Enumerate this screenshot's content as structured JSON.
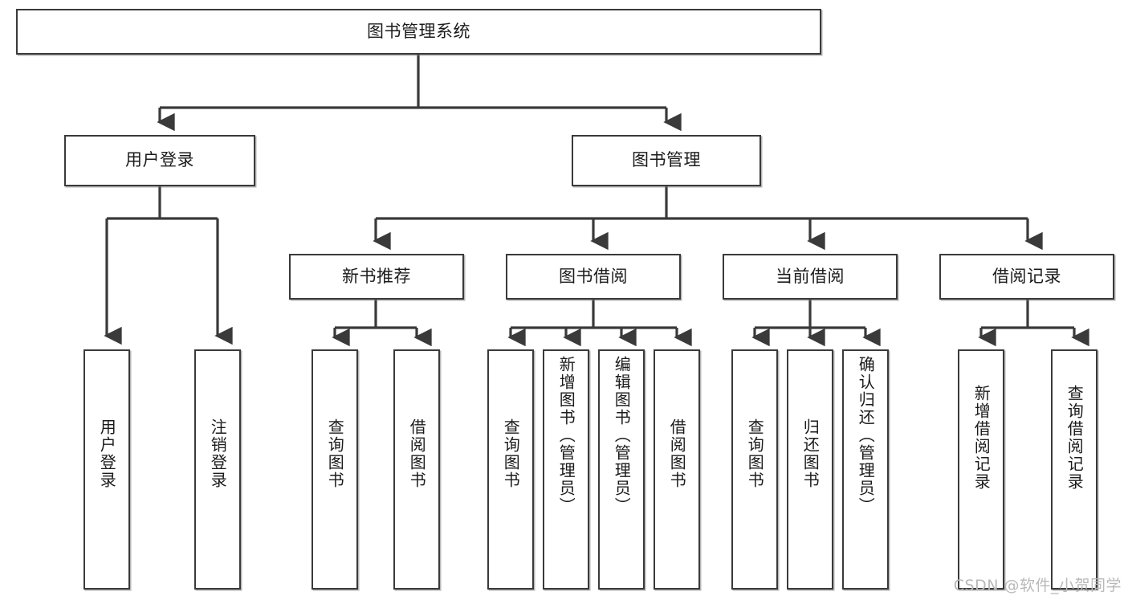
{
  "diagram": {
    "title": "图书管理系统",
    "type": "hierarchy-tree",
    "watermark": "CSDN @软件_小贺同学",
    "colors": {
      "box_border": "#3a3a3a",
      "box_fill": "#ffffff",
      "connector": "#3a3a3a",
      "text": "#1b1b1b",
      "watermark": "#b9b9b9"
    },
    "nodes": {
      "root": {
        "label": "图书管理系统"
      },
      "level2": [
        {
          "id": "user-login",
          "label": "用户登录"
        },
        {
          "id": "book-manage",
          "label": "图书管理"
        }
      ],
      "level3": [
        {
          "id": "new-book-recommend",
          "label": "新书推荐"
        },
        {
          "id": "book-borrow",
          "label": "图书借阅"
        },
        {
          "id": "current-borrow",
          "label": "当前借阅"
        },
        {
          "id": "borrow-record",
          "label": "借阅记录"
        }
      ],
      "leaves": {
        "user-login": [
          {
            "id": "leaf-user-login",
            "label": "用户登录"
          },
          {
            "id": "leaf-logout",
            "label": "注销登录"
          }
        ],
        "new-book-recommend": [
          {
            "id": "leaf-query-book-1",
            "label": "查询图书"
          },
          {
            "id": "leaf-borrow-book-1",
            "label": "借阅图书"
          }
        ],
        "book-borrow": [
          {
            "id": "leaf-query-book-2",
            "label": "查询图书"
          },
          {
            "id": "leaf-add-book",
            "label": "新增图书（管理员）"
          },
          {
            "id": "leaf-edit-book",
            "label": "编辑图书（管理员）"
          },
          {
            "id": "leaf-borrow-book-2",
            "label": "借阅图书"
          }
        ],
        "current-borrow": [
          {
            "id": "leaf-query-book-3",
            "label": "查询图书"
          },
          {
            "id": "leaf-return-book",
            "label": "归还图书"
          },
          {
            "id": "leaf-confirm-return",
            "label": "确认归还（管理员）"
          }
        ],
        "borrow-record": [
          {
            "id": "leaf-add-record",
            "label": "新增借阅记录"
          },
          {
            "id": "leaf-query-record",
            "label": "查询借阅记录"
          }
        ]
      }
    }
  }
}
